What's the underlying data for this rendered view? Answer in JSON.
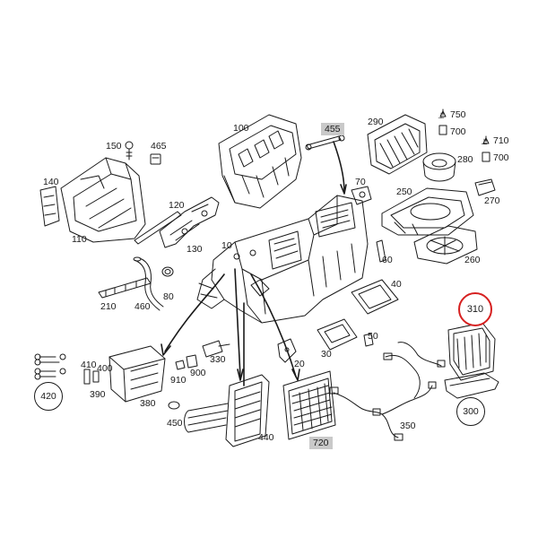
{
  "labels": {
    "p10": "10",
    "p20": "20",
    "p30": "30",
    "p40": "40",
    "p50": "50",
    "p60": "60",
    "p70": "70",
    "p80": "80",
    "p100": "100",
    "p110": "110",
    "p120": "120",
    "p130": "130",
    "p140": "140",
    "p150": "150",
    "p210": "210",
    "p250": "250",
    "p260": "260",
    "p270": "270",
    "p280": "280",
    "p290": "290",
    "p300": "300",
    "p310": "310",
    "p330": "330",
    "p350": "350",
    "p380": "380",
    "p390": "390",
    "p400": "400",
    "p410": "410",
    "p420": "420",
    "p440": "440",
    "p450": "450",
    "p455": "455",
    "p460": "460",
    "p465": "465",
    "p700a": "700",
    "p700b": "700",
    "p710": "710",
    "p720": "720",
    "p750": "750",
    "p900": "900",
    "p910": "910"
  },
  "highlighted_part": "310",
  "colors": {
    "highlight": "#d62020",
    "boxed_label_bg": "#c9c9c9",
    "line": "#1a1a1a"
  },
  "icons": [
    "fastener-icon",
    "fastener-icon"
  ]
}
